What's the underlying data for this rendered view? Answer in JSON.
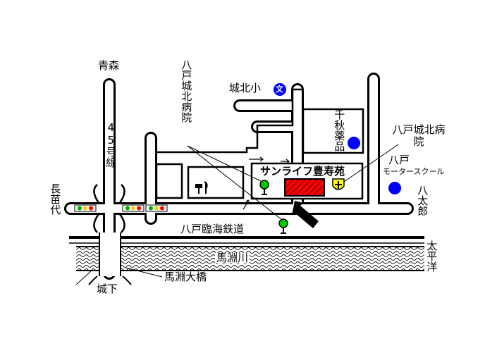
{
  "map": {
    "places": {
      "aomori": "青森",
      "route45": "45号線",
      "nagawashiro": "長苗代",
      "shiroshita": "城下",
      "hachitaro": "八太郎",
      "taiheiyo": "太平洋",
      "jyohoku_elementary": "城北小",
      "hachinohe_jyohoku_hospital_left": "八戸城北病院",
      "hachinohe_jyohoku_hospital_right": "八戸城北病院",
      "chiaki_pharmacy": "千秋薬品",
      "hachinohe": "八戸",
      "motor_school": "モータースクール",
      "railway": "八戸臨海鉄道",
      "mabechi_river": "馬淵川",
      "mabechi_bridge": "馬淵大橋",
      "destination": "サンライフ豊寿苑",
      "school_symbol": "文"
    },
    "colors": {
      "road_outline": "#000000",
      "destination_fill": "#ff0000",
      "marker_blue": "#0000ff",
      "tree_green": "#00cc00",
      "hospital_yellow": "#ffff00",
      "signal_red": "#ff0000",
      "signal_green": "#00aa00"
    },
    "icons": [
      "school-icon",
      "pharmacy-icon",
      "motor-school-icon",
      "hospital-cross-icon",
      "tree-icon",
      "traffic-signal-icon",
      "arrow-icon",
      "restaurant-icon"
    ]
  }
}
